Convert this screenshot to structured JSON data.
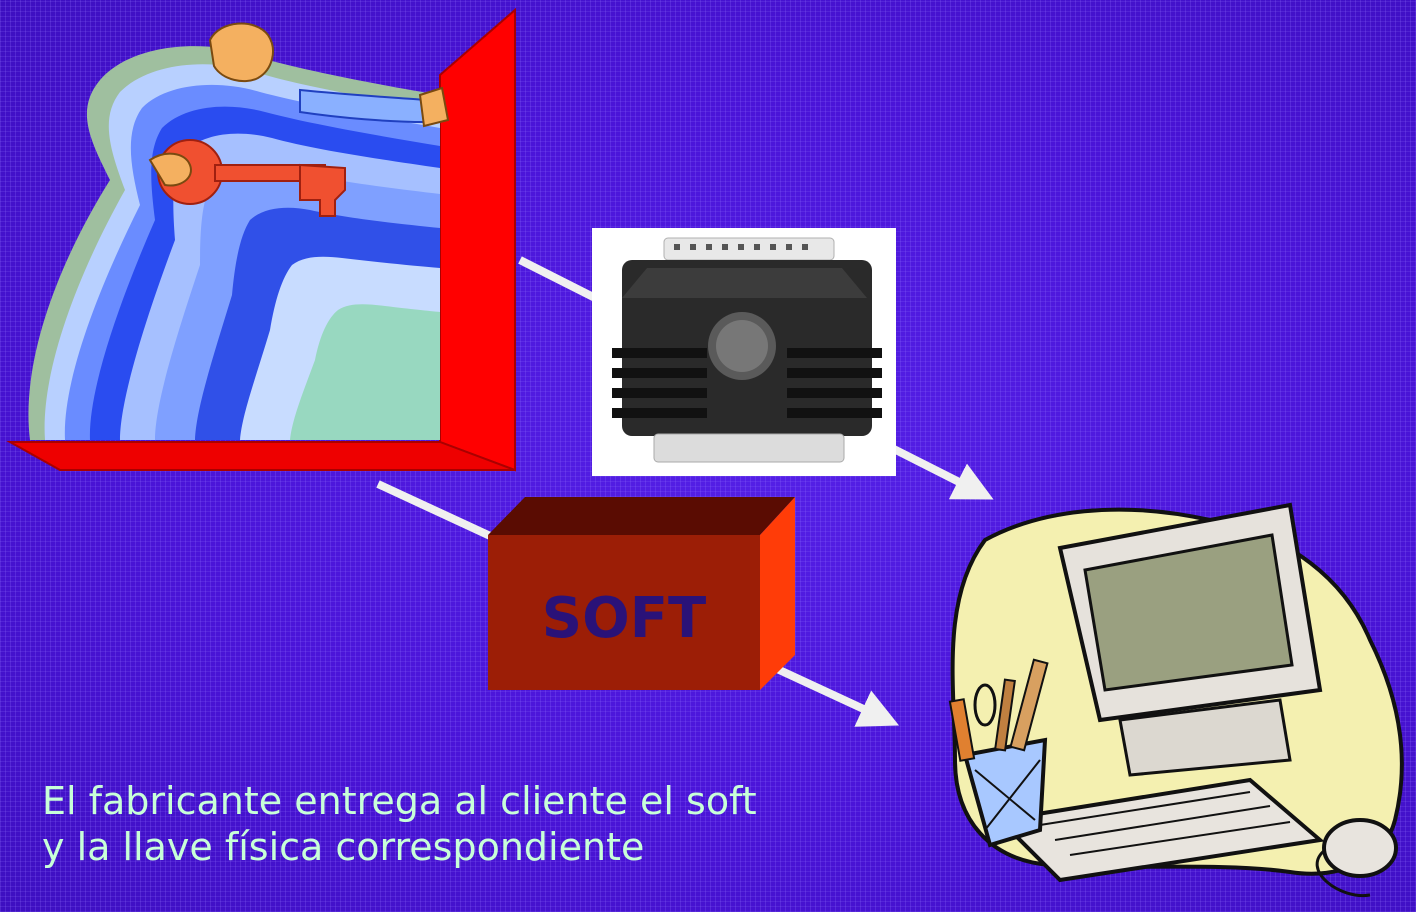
{
  "box": {
    "label": "SOFT",
    "front_color": "#9c1e06",
    "top_color": "#5a0c02",
    "side_color": "#ff3c08",
    "label_color": "#2a1278"
  },
  "caption": {
    "line1": "El fabricante entrega al cliente el soft",
    "line2": "y la llave física correspondiente",
    "color": "#c8ffd8"
  },
  "colors": {
    "background": "#4a14d8",
    "door": "#ff0000",
    "arrow": "#f0f0f0"
  },
  "icons": {
    "manufacturer": "man-with-key-at-door-icon",
    "dongle": "hardware-key-dongle-icon",
    "computer": "desktop-computer-icon"
  }
}
